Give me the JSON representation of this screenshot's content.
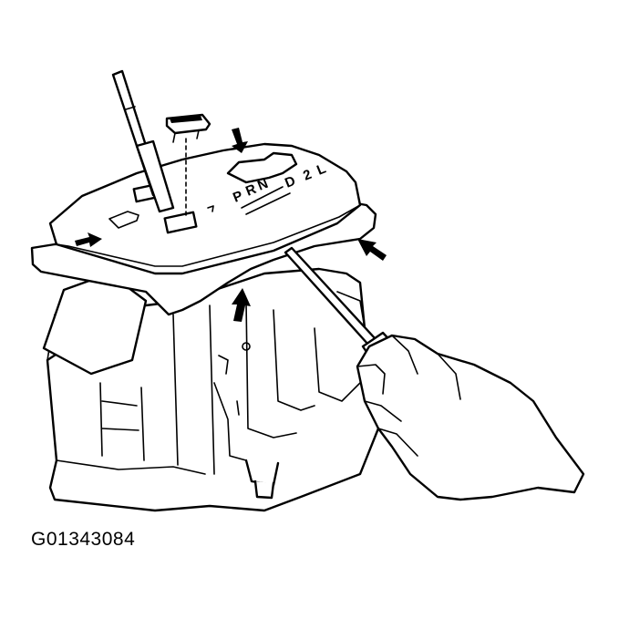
{
  "figure": {
    "code": "G01343084",
    "gate_labels": [
      "P",
      "R",
      "N",
      "D",
      "2",
      "L"
    ]
  },
  "colors": {
    "ink": "#000000",
    "paper": "#ffffff"
  },
  "icons": {
    "pointer_arrows": [
      "arrow-icon",
      "arrow-icon",
      "arrow-icon",
      "arrow-icon"
    ],
    "tool": "screwdriver-icon"
  }
}
